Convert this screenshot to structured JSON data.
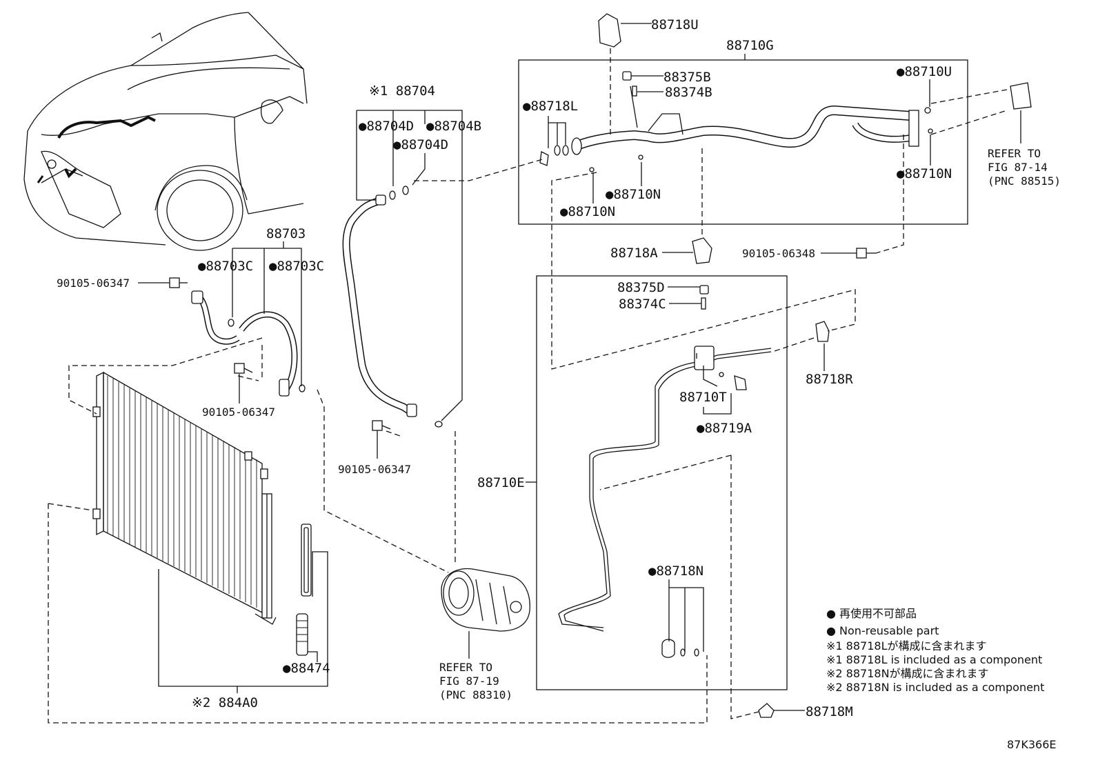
{
  "labels": {
    "p88718U": "88718U",
    "p88710G": "88710G",
    "p88375B": "88375B",
    "p88374B": "88374B",
    "p88710U": "●88710U",
    "p88718L": "●88718L",
    "p88710N_a": "●88710N",
    "p88710N_b": "●88710N",
    "p88710N_c": "●88710N",
    "p88704": "※1 88704",
    "p88704D_a": "●88704D",
    "p88704B": "●88704B",
    "p88704D_b": "●88704D",
    "p88703": "88703",
    "p88703C_a": "●88703C",
    "p88703C_b": "●88703C",
    "p90105_06347_a": "90105-06347",
    "p90105_06347_b": "90105-06347",
    "p90105_06347_c": "90105-06347",
    "p88718A": "88718A",
    "p90105_06348": "90105-06348",
    "p88375D": "88375D",
    "p88374C": "88374C",
    "p88718R": "88718R",
    "p88710T": "88710T",
    "p88719A": "●88719A",
    "p88710E": "88710E",
    "p88718N": "●88718N",
    "p88474": "●88474",
    "p884A0": "※2 884A0",
    "p88718M": "88718M"
  },
  "refers": {
    "fig87_14": [
      "REFER TO",
      "FIG 87-14",
      "(PNC 88515)"
    ],
    "fig87_19": [
      "REFER TO",
      "FIG 87-19",
      "(PNC 88310)"
    ]
  },
  "legend": {
    "line1": "● 再使用不可部品",
    "line2": "● Non-reusable part",
    "line3": "※1 88718Lが構成に含まれます",
    "line4": "※1 88718L is included as a component",
    "line5": "※2 88718Nが構成に含まれます",
    "line6": "※2 88718N is included as a component"
  },
  "figure_code": "87K366E"
}
